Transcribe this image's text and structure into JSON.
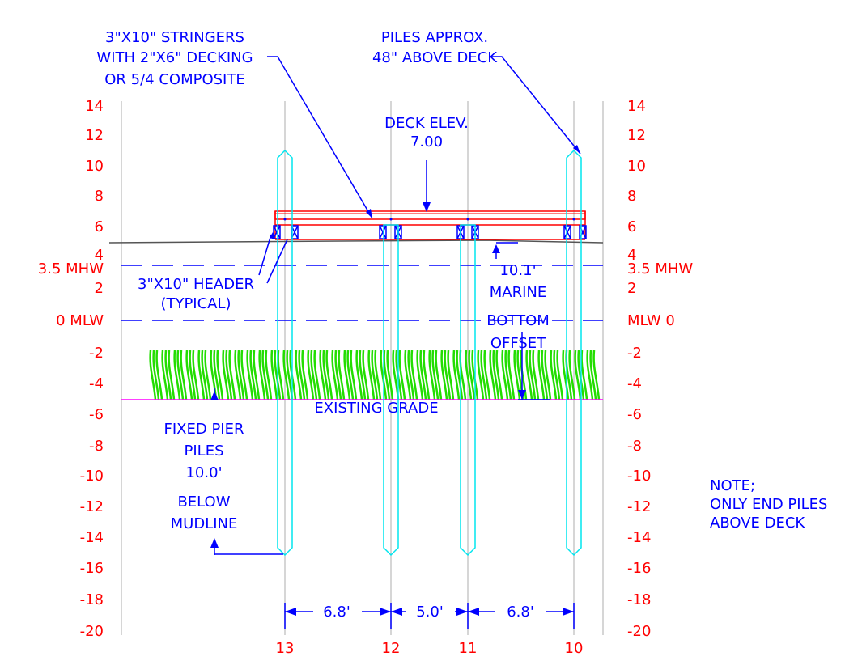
{
  "elevation_ticks": [
    "14",
    "12",
    "10",
    "8",
    "6",
    "4",
    "3.5 MHW",
    "2",
    "0 MLW",
    "-2",
    "-4",
    "-6",
    "-8",
    "-10",
    "-12",
    "-14",
    "-16",
    "-18",
    "-20"
  ],
  "right_ticks": [
    "14",
    "12",
    "10",
    "8",
    "6",
    "4",
    "3.5 MHW",
    "2",
    "MLW 0",
    "-2",
    "-4",
    "-6",
    "-8",
    "-10",
    "-12",
    "-14",
    "-16",
    "-18",
    "-20"
  ],
  "pile_labels": [
    "13",
    "12",
    "11",
    "10"
  ],
  "spacing_labels": [
    "6.8'",
    "5.0'",
    "6.8'"
  ],
  "callouts": {
    "stringers": [
      "3\"X10\" STRINGERS",
      "WITH 2\"X6\" DECKING",
      "OR 5/4 COMPOSITE"
    ],
    "piles_above": [
      "PILES APPROX.",
      "48\" ABOVE DECK"
    ],
    "deck_elev": [
      "DECK ELEV.",
      "7.00"
    ],
    "header": [
      "3\"X10\" HEADER",
      "(TYPICAL)"
    ],
    "offset": [
      "10.1'",
      "MARINE",
      "BOTTOM",
      "OFFSET"
    ],
    "fixed_pier": [
      "FIXED PIER",
      "PILES",
      "10.0'",
      "BELOW",
      "MUDLINE"
    ],
    "existing_grade": "EXISTING GRADE",
    "note": [
      "NOTE;",
      "ONLY END PILES",
      "ABOVE DECK"
    ]
  },
  "colors": {
    "elevation": "#ff0000",
    "annotation": "#0000ff",
    "pile": "#00e5ee",
    "grass": "#22dd00",
    "grade": "#ff00ff",
    "grid": "#c8c8c8",
    "deck": "#ff0000"
  }
}
